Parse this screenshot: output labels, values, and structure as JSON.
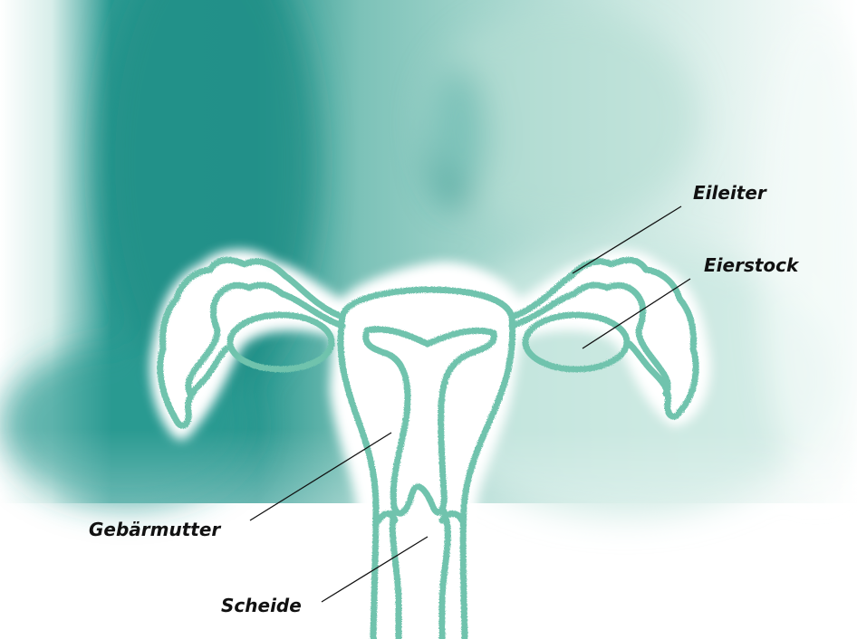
{
  "diagram": {
    "labels": {
      "fallopian_tube": "Eileiter",
      "ovary": "Eierstock",
      "uterus": "Gebärmutter",
      "vagina": "Scheide"
    },
    "colors": {
      "organ_outline": "#6fc3ad",
      "background_dark": "#2b9a92",
      "background_light": "#e6f3ef",
      "leader_line": "#111111"
    }
  }
}
